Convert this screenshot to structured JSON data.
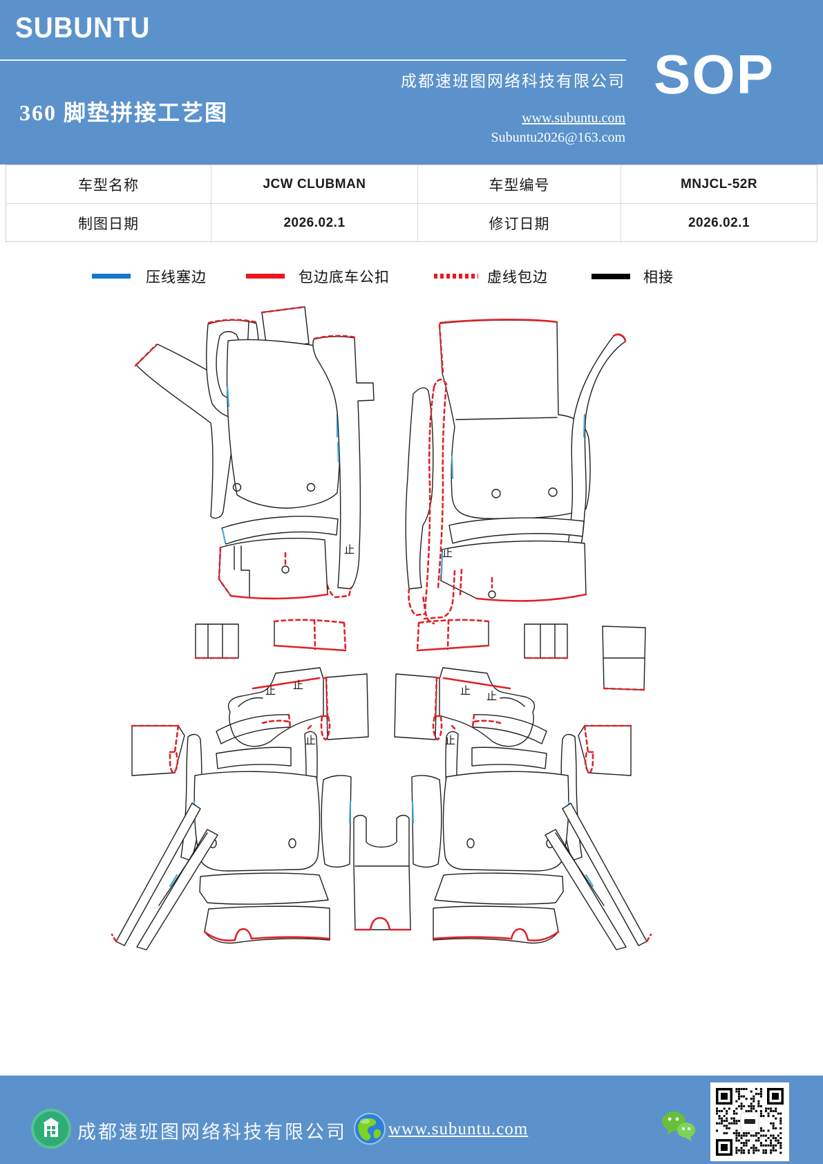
{
  "header": {
    "brand": "SUBUNTU",
    "company": "成都速班图网络科技有限公司",
    "doc_type": "SOP",
    "title": "360 脚垫拼接工艺图",
    "website": "www.subuntu.com",
    "email": "Subuntu2026@163.com"
  },
  "info_table": {
    "rows": [
      {
        "label1": "车型名称",
        "value1": "JCW CLUBMAN",
        "label2": "车型编号",
        "value2": "MNJCL-52R"
      },
      {
        "label1": "制图日期",
        "value1": "2026.02.1",
        "label2": "修订日期",
        "value2": "2026.02.1"
      }
    ]
  },
  "legend": {
    "items": [
      {
        "label": "压线塞边",
        "style": "solid",
        "color": "#1577c8"
      },
      {
        "label": "包边底车公扣",
        "style": "solid",
        "color": "#e8191f"
      },
      {
        "label": "虚线包边",
        "style": "dotted",
        "color": "#e8191f"
      },
      {
        "label": "相接",
        "style": "solid",
        "color": "#000000"
      }
    ]
  },
  "drawing": {
    "stop_mark": "止",
    "line_colors": {
      "outline": "#1f1f1f",
      "binding_red": "#e02128",
      "press_blue": "#45a9e0"
    }
  },
  "footer": {
    "company": "成都速班图网络科技有限公司",
    "website": "www.subuntu.com"
  },
  "colors": {
    "banner_blue": "#5b92cb",
    "table_border": "#d9d9d9",
    "wechat_green": "#6abf3a",
    "building_green": "#2ead76"
  }
}
